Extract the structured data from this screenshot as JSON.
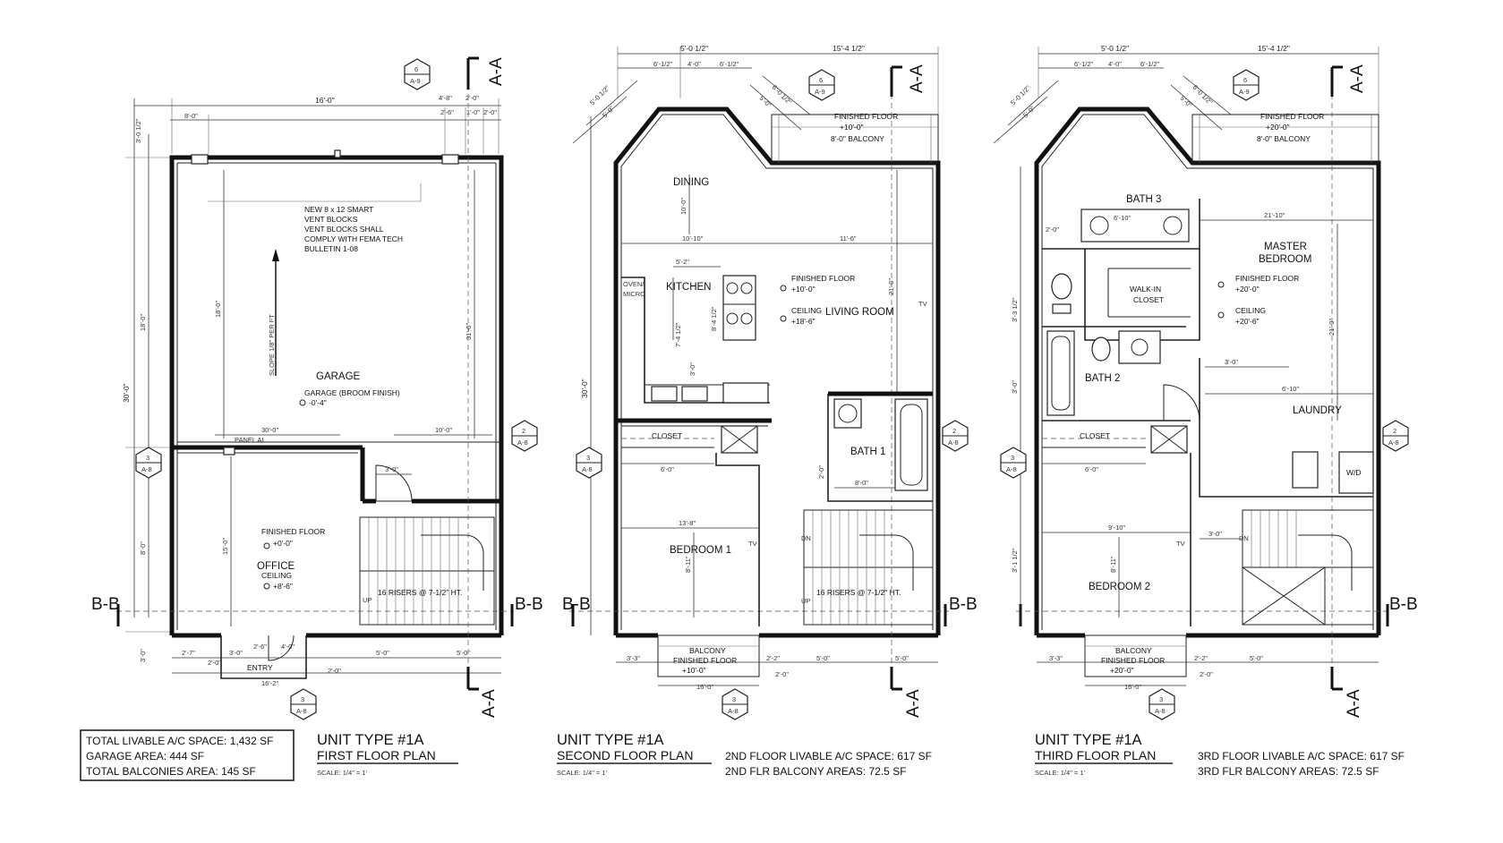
{
  "summary": {
    "total_livable": "TOTAL LIVABLE A/C SPACE: 1,432 SF",
    "garage_area": "GARAGE AREA: 444 SF",
    "total_balconies": "TOTAL BALCONIES AREA: 145 SF"
  },
  "floor1": {
    "unit": "UNIT TYPE #1A",
    "title": "FIRST FLOOR PLAN",
    "scale": "SCALE: 1/4\" = 1'",
    "rooms": {
      "garage": "GARAGE",
      "garage_finish": "GARAGE (BROOM FINISH)",
      "garage_level": "-0'-4\"",
      "office": "OFFICE",
      "entry": "ENTRY"
    },
    "labels": {
      "finished_floor": "FINISHED FLOOR",
      "ff_level": "+0'-0\"",
      "ceiling": "CEILING",
      "ceiling_level": "+8'-6\"",
      "panel": "PANEL AI",
      "slope": "SLOPE 1/8\" PER FT",
      "risers": "16 RISERS @ 7-1/2\" HT.",
      "up": "UP"
    },
    "vent_note": [
      "NEW 8 x 12 SMART",
      "VENT BLOCKS",
      "VENT BLOCKS SHALL",
      "COMPLY WITH FEMA TECH",
      "BULLETIN 1-08"
    ],
    "dims": {
      "top_width": "16'-0\"",
      "top_left": "8'-0\"",
      "top_r1": "4'-8\"",
      "top_r2": "2'-0\"",
      "top_r3": "2'-6\"",
      "top_r4": "1'-0\"",
      "top_r5": "2'-0\"",
      "left_top": "3'-0 1/2\"",
      "left_total": "30'-0\"",
      "left_upper": "18'-0\"",
      "left_lower": "8'-0\"",
      "left_bottom": "3'-0\"",
      "garage_depth": "18'-0\"",
      "right_depth": "31'-0\"",
      "office_depth": "15'-0\"",
      "mid_30": "30'-0\"",
      "mid_10": "10'-0\"",
      "door_3": "3'-0\"",
      "bot_1": "2'-7\"",
      "bot_2": "3'-0\"",
      "bot_3": "2'-6\"",
      "bot_4": "4'-0\"",
      "bot_5": "5'-0\"",
      "bot_6": "5'-0\"",
      "bot_7": "2'-0\"",
      "bot_8": "16'-2\"",
      "bot_9": "2'-0\""
    }
  },
  "floor2": {
    "unit": "UNIT TYPE #1A",
    "title": "SECOND FLOOR PLAN",
    "scale": "SCALE: 1/4\" = 1'",
    "area1": "2ND FLOOR LIVABLE A/C SPACE: 617 SF",
    "area2": "2ND FLR BALCONY AREAS: 72.5 SF",
    "rooms": {
      "dining": "DINING",
      "kitchen": "KITCHEN",
      "living": "LIVING ROOM",
      "closet": "CLOSET",
      "bath": "BATH 1",
      "bedroom": "BEDROOM 1",
      "balcony": "BALCONY",
      "oven": "OVEN/",
      "micro": "MICRO"
    },
    "labels": {
      "finished_floor": "FINISHED FLOOR",
      "ff_level": "+10'-0\"",
      "ceiling": "CEILING",
      "ceiling_level": "+18'-6\"",
      "top_ff": "FINISHED FLOOR",
      "top_ff_level": "+10'-0\"",
      "top_balcony": "8'-0\" BALCONY",
      "bal_ff": "FINISHED FLOOR",
      "bal_ff_level": "+10'-0\"",
      "risers": "16 RISERS @ 7-1/2\" HT.",
      "tv": "TV",
      "tv2": "TV",
      "dn": "DN",
      "up": "UP"
    },
    "dims": {
      "top_a": "5'-0 1/2\"",
      "top_b": "15'-4 1/2\"",
      "top_c": "6'-1/2\"",
      "top_d": "4'-0\"",
      "top_e": "6'-1/2\"",
      "diag_a": "5'-0 1/2\"",
      "diag_b": "5'-0\"",
      "diag_c": "6'-0 1/2\"",
      "diag_d": "5'-0\"",
      "left_total": "30'-0\"",
      "dining_h": "10'-0\"",
      "w_1010": "10'-10\"",
      "w_116": "11'-6\"",
      "w_52": "5'-2\"",
      "k_h": "8'-4 1/2\"",
      "k_h2": "7'-4 1/2\"",
      "k_h3": "3'-0\"",
      "right_21": "21'-0\"",
      "bed_w": "13'-8\"",
      "bed_h": "8'-11\"",
      "closet_w": "6'-0\"",
      "bath_w": "8'-0\"",
      "bath_h": "2'-0\"",
      "bot_1": "3'-3\"",
      "bot_2": "5'-0\"",
      "bot_3": "2'-2\"",
      "bot_4": "5'-0\"",
      "bot_5": "16'-0\"",
      "bot_6": "2'-0\""
    }
  },
  "floor3": {
    "unit": "UNIT TYPE #1A",
    "title": "THIRD FLOOR PLAN",
    "scale": "SCALE: 1/4\" = 1'",
    "area1": "3RD FLOOR LIVABLE A/C SPACE: 617 SF",
    "area2": "3RD FLR BALCONY AREAS: 72.5 SF",
    "rooms": {
      "bath3": "BATH 3",
      "master1": "MASTER",
      "master2": "BEDROOM",
      "walkin1": "WALK-IN",
      "walkin2": "CLOSET",
      "bath2": "BATH 2",
      "laundry": "LAUNDRY",
      "wd": "W/D",
      "closet": "CLOSET",
      "bedroom": "BEDROOM 2",
      "balcony": "BALCONY"
    },
    "labels": {
      "finished_floor": "FINISHED FLOOR",
      "ff_level": "+20'-0\"",
      "ceiling": "CEILING",
      "ceiling_level": "+20'-6\"",
      "top_ff": "FINISHED FLOOR",
      "top_ff_level": "+20'-0\"",
      "top_balcony": "8'-0\" BALCONY",
      "bal_ff": "FINISHED FLOOR",
      "bal_ff_level": "+20'-0\"",
      "tv": "TV",
      "dn": "DN"
    },
    "dims": {
      "top_a": "5'-0 1/2\"",
      "top_b": "15'-4 1/2\"",
      "top_c": "6'-1/2\"",
      "top_d": "4'-0\"",
      "top_e": "6'-1/2\"",
      "diag_a": "5'-0 1/2\"",
      "diag_b": "5'-0\"",
      "diag_c": "6'-0 1/2\"",
      "diag_d": "5'-0\"",
      "bath3_w": "6'-10\"",
      "w_2110": "21'-10\"",
      "left_a": "2'-0\"",
      "left_b": "3'-3 1/2\"",
      "left_c": "3'-0\"",
      "left_d": "3'-1 1/2\"",
      "right_21": "21'-0\"",
      "laundry_w": "6'-10\"",
      "hall_3": "3'-0\"",
      "bed_w": "9'-10\"",
      "bed_h": "8'-11\"",
      "closet_w": "6'-0\"",
      "door_3": "3'-0\"",
      "bot_1": "3'-3\"",
      "bot_2": "2'-2\"",
      "bot_3": "5'-0\"",
      "bot_4": "16'-0\"",
      "bot_5": "2'-0\""
    }
  },
  "markers": {
    "aa": "A-A",
    "bb": "B-B",
    "tag_6": "6",
    "tag_2": "2",
    "tag_3": "3",
    "sheet_a9": "A-9",
    "sheet_a8": "A-8"
  }
}
